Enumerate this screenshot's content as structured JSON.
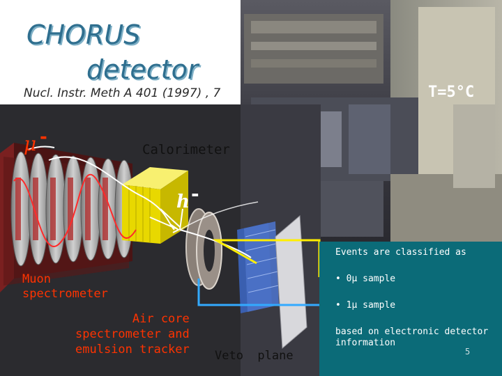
{
  "slide": {
    "title_line1": "CHORUS",
    "title_line2": "detector",
    "reference": "Nucl. Instr. Meth A 401 (1997) , 7",
    "temperature": "T=5°C",
    "page_number": "5"
  },
  "labels": {
    "muon_symbol": "μ",
    "muon_charge": "-",
    "calorimeter": "Calorimeter",
    "hadron_symbol": "h",
    "hadron_charge": "-",
    "muon_spectrometer": "Muon\nspectrometer",
    "air_core": "Air core\nspectrometer and\nemulsion tracker",
    "veto_plane": "Veto  plane"
  },
  "events_panel": {
    "heading": "Events are classified  as",
    "item1": "• 0μ sample",
    "item2": "• 1μ sample",
    "note": "based on electronic detector\ninformation"
  },
  "colors": {
    "title": "#2f6f8f",
    "accent_red": "#ff3300",
    "panel_bg": "#0b6b78",
    "calorimeter_yellow": "#f2e600",
    "pointer_yellow": "#ffee00",
    "pointer_blue": "#33aaff"
  }
}
